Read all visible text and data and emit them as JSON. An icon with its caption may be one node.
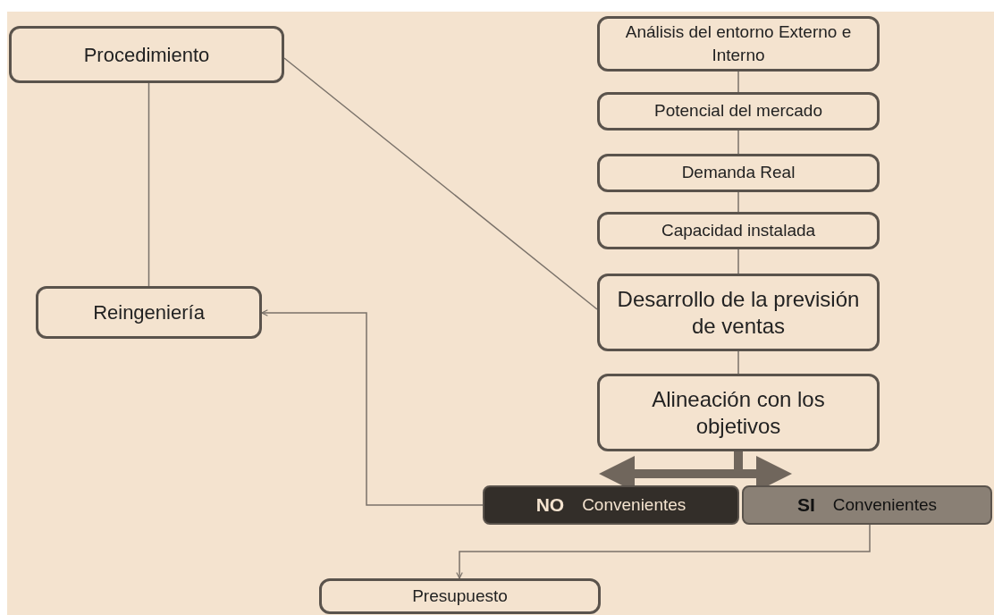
{
  "diagram": {
    "nodes": [
      {
        "text": [
          "Procedimiento"
        ]
      },
      {
        "text": [
          "Análisis del entorno Externo e Interno"
        ]
      },
      {
        "text": [
          "Potencial del mercado"
        ]
      },
      {
        "text": [
          "Demanda Real"
        ]
      },
      {
        "text": [
          "Capacidad instalada"
        ]
      },
      {
        "text": [
          "Desarrollo de la previsión de ventas"
        ]
      },
      {
        "text": [
          "Reingeniería"
        ]
      },
      {
        "text": [
          "Alineación con los objetivos"
        ]
      },
      {
        "text": [
          "NO",
          "Convenientes"
        ]
      },
      {
        "text": [
          "SI",
          "Convenientes"
        ]
      },
      {
        "text": [
          "Presupuesto"
        ]
      }
    ],
    "edges": [
      {
        "from": 0,
        "to": 6,
        "arrow": "none"
      },
      {
        "from": 0,
        "to": 5,
        "arrow": "none"
      },
      {
        "from": 1,
        "to": 2,
        "arrow": "none"
      },
      {
        "from": 2,
        "to": 3,
        "arrow": "none"
      },
      {
        "from": 3,
        "to": 4,
        "arrow": "none"
      },
      {
        "from": 4,
        "to": 5,
        "arrow": "none"
      },
      {
        "from": 5,
        "to": 7,
        "arrow": "none"
      },
      {
        "from": 7,
        "to": 8,
        "arrow": "to",
        "style": "thick"
      },
      {
        "from": 7,
        "to": 9,
        "arrow": "to",
        "style": "thick"
      },
      {
        "from": 8,
        "to": 6,
        "arrow": "to"
      },
      {
        "from": 9,
        "to": 10,
        "arrow": "to"
      }
    ]
  }
}
